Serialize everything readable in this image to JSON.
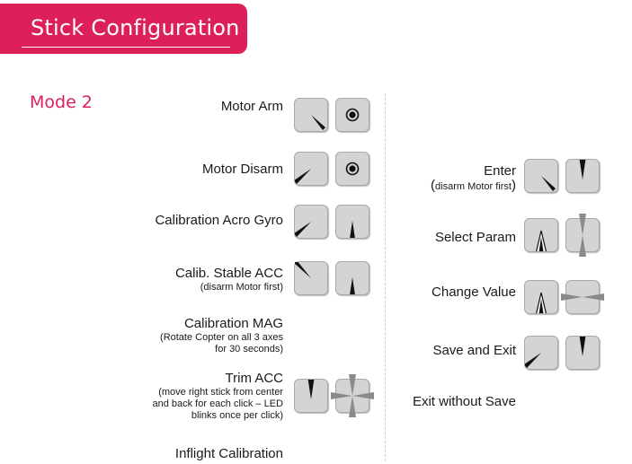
{
  "header": {
    "title": "Stick Configuration"
  },
  "mode": {
    "label": "Mode 2"
  },
  "left": {
    "motor_arm": "Motor Arm",
    "motor_disarm": "Motor Disarm",
    "calib_acro": "Calibration Acro Gyro",
    "calib_stable": "Calib. Stable ACC",
    "calib_stable_sub": "(disarm Motor first)",
    "calib_mag": "Calibration MAG",
    "calib_mag_sub1": "(Rotate Copter on all 3 axes",
    "calib_mag_sub2": "for 30 seconds)",
    "trim_acc": "Trim ACC",
    "trim_acc_sub1": "(move right stick from center",
    "trim_acc_sub2": "and back for each click – LED",
    "trim_acc_sub3": "blinks once per click)",
    "inflight": "Inflight Calibration"
  },
  "right": {
    "enter": "Enter",
    "enter_sub_open": "(",
    "enter_sub_text": "disarm Motor first",
    "enter_sub_close": ")",
    "select_param": "Select Param",
    "change_value": "Change Value",
    "save_exit": "Save and Exit",
    "exit_nosave": "Exit without Save"
  },
  "colors": {
    "accent": "#dd1f5a",
    "stick_bg": "#d4d4d4",
    "arrow": "#111111",
    "arrow_grey": "#8a8a8a"
  },
  "icons": [
    "stick-down-right-icon",
    "stick-center-icon",
    "stick-down-left-icon",
    "stick-up-icon",
    "stick-up-left-icon",
    "stick-top-icon",
    "stick-updown-icon",
    "stick-leftright-icon",
    "stick-cross-icon"
  ]
}
